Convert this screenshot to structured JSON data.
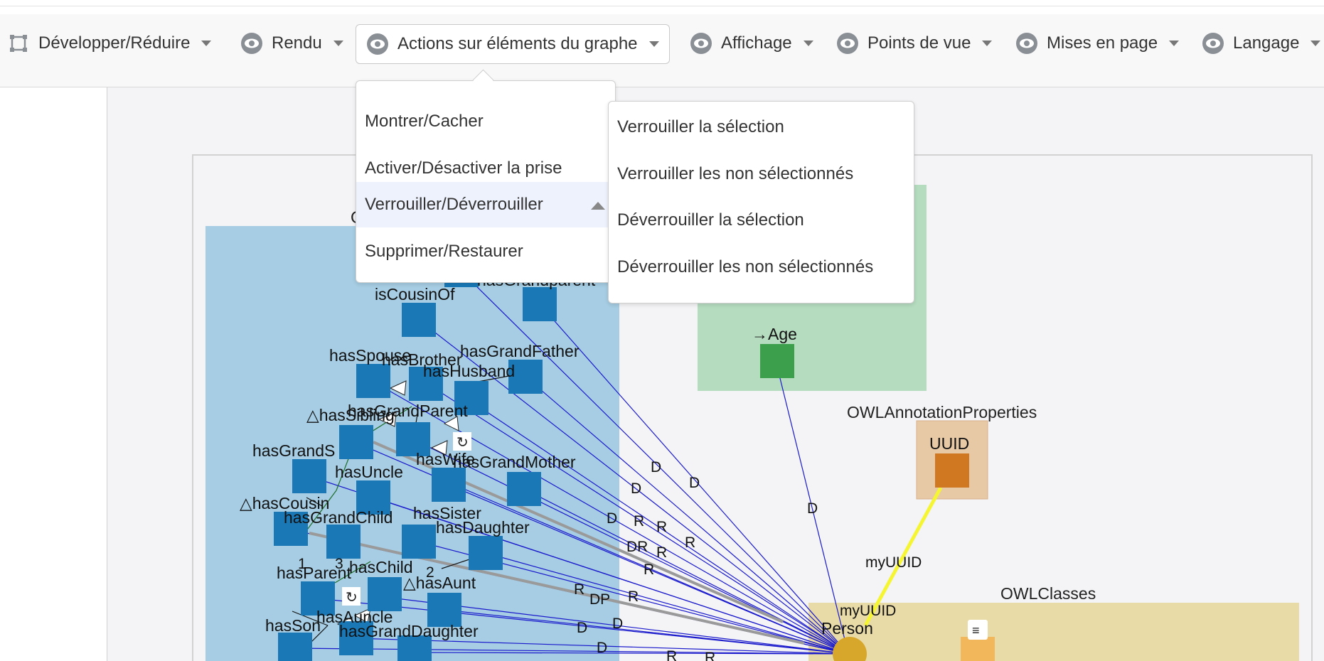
{
  "toolbar": {
    "items": [
      {
        "label": "Développer/Réduire",
        "icon": "expand-collapse-icon"
      },
      {
        "label": "Rendu",
        "icon": "eye-icon"
      },
      {
        "label": "Actions sur éléments du graphe",
        "icon": "eye-icon"
      },
      {
        "label": "Affichage",
        "icon": "eye-icon"
      },
      {
        "label": "Points de vue",
        "icon": "eye-icon"
      },
      {
        "label": "Mises en page",
        "icon": "eye-icon"
      },
      {
        "label": "Langage",
        "icon": "eye-icon"
      }
    ]
  },
  "menu": {
    "items": [
      "Montrer/Cacher",
      "Activer/Désactiver la prise",
      "Verrouiller/Déverrouiller",
      "Supprimer/Restaurer"
    ],
    "highlighted": "Verrouiller/Déverrouiller"
  },
  "submenu": {
    "items": [
      "Verrouiller la sélection",
      "Verrouiller les non sélectionnés",
      "Déverrouiller la sélection",
      "Déverrouiller les non sélectionnés"
    ]
  },
  "graph": {
    "groups": {
      "annotation": "OWLAnnotationProperties",
      "classes": "OWLClasses",
      "object_partial": "O"
    },
    "nodes": {
      "isCousinOf": "isCousinOf",
      "hasGrandparent": "hasGrandparent",
      "hasSpouse": "hasSpouse",
      "hasBrother": "hasBrother",
      "hasHusband": "hasHusband",
      "hasGrandFather": "hasGrandFather",
      "hasSibling": "△hasSibling",
      "hasGrandParent": "hasGrandParent",
      "hasGrandSon": "hasGrandS",
      "hasWife": "hasWife",
      "hasUncle": "hasUncle",
      "hasGrandMother": "hasGrandMother",
      "hasCousin": "△hasCousin",
      "hasGrandChild": "hasGrandChild",
      "hasSister": "hasSister",
      "hasDaughter": "hasDaughter",
      "hasChild": "hasChild",
      "hasParent": "hasParent",
      "hasAunt": "△hasAunt",
      "hasAuncle": "hasAuncle",
      "hasSon": "hasSon",
      "hasGrandDaughter": "hasGrandDaughter",
      "age": "→Age",
      "uuid": "UUID",
      "person": "Person"
    },
    "edge_labels": {
      "myUUID": "myUUID",
      "D": "D",
      "R": "R",
      "DR": "DR",
      "DP": "DP",
      "n1": "1",
      "n2": "2",
      "n3": "3"
    },
    "colors": {
      "object_group": "#a6cde3",
      "datatype_group": "#b5dcbf",
      "annotation_group": "#e8c9a5",
      "class_group": "#e9dba8",
      "object_node": "#1a78b6",
      "datatype_node": "#3b9f4b",
      "annotation_node": "#d07722",
      "class_node": "#d6a72a",
      "edge_blue": "#1a1acc",
      "edge_yellow": "#f5f534"
    }
  }
}
